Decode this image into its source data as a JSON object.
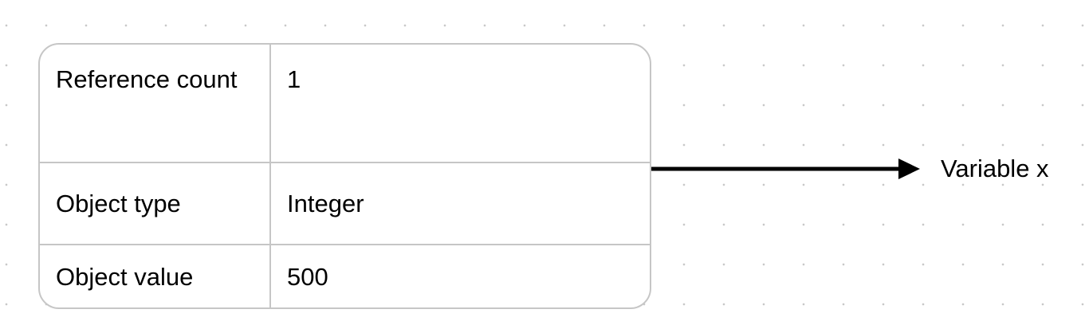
{
  "object": {
    "rows": [
      {
        "key": "Reference count",
        "value": "1"
      },
      {
        "key": "Object type",
        "value": "Integer"
      },
      {
        "key": "Object value",
        "value": "500"
      }
    ]
  },
  "arrow": {
    "target_label": "Variable x",
    "color": "#000000"
  },
  "colors": {
    "border": "#c6c6c6",
    "grid_dot": "#c8c8c8",
    "background": "#ffffff"
  }
}
